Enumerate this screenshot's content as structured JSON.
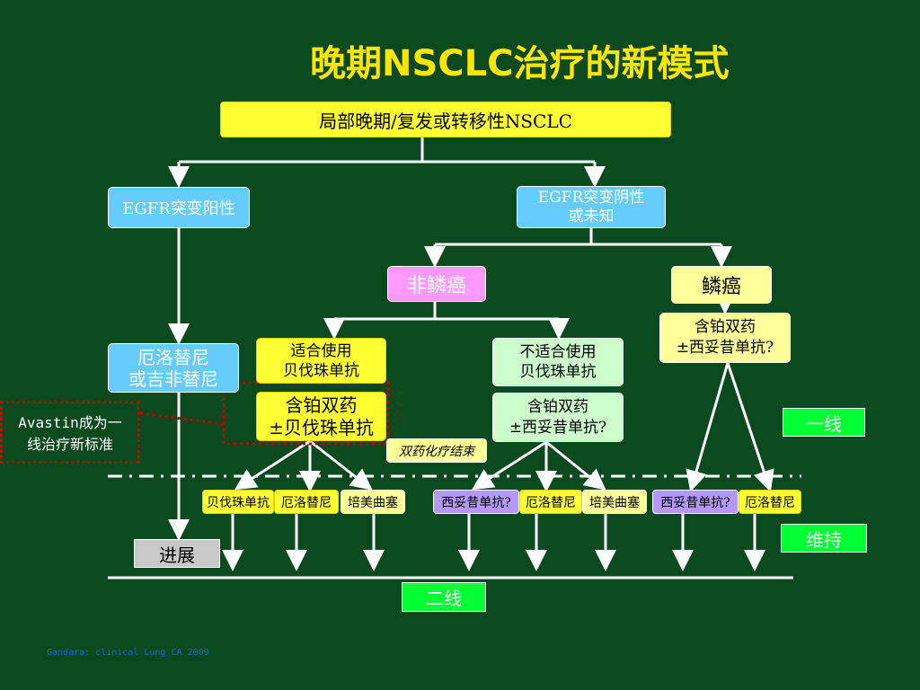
{
  "title": "晚期NSCLC治疗的新模式",
  "top": "局部晚期/复发或转移性NSCLC",
  "egfr_pos": "EGFR突变阳性",
  "egfr_neg": "EGFR突变阴性\n或未知",
  "non_squamous": "非鳞癌",
  "squamous": "鳞癌",
  "erlotinib_gefitinib": "厄洛替尼\n或吉非替尼",
  "suitable_bev": "适合使用\n贝伐珠单抗",
  "platinum_bev": "含铂双药\n±贝伐珠单抗",
  "not_suitable_bev": "不适合使用\n贝伐珠单抗",
  "platinum_cetux_1": "含铂双药\n±西妥昔单抗?",
  "platinum_cetux_2": "含铂双药\n±西妥昔单抗?",
  "doublet_end": "双药化疗结束",
  "avastin_note": "Avastin成为一\n线治疗新标准",
  "first_line": "一线",
  "maintenance": "维持",
  "second_line": "二线",
  "progress": "进展",
  "maint_items": [
    "贝伐珠单抗",
    "厄洛替尼",
    "培美曲塞",
    "西妥昔单抗?",
    "厄洛替尼",
    "培美曲塞",
    "西妥昔单抗?",
    "厄洛替尼"
  ],
  "source": "Gandara: clinical Lung CA 2009",
  "colors": {
    "background": "#0a4a1e",
    "title": "#ffe600",
    "note_border": "#d00000"
  }
}
